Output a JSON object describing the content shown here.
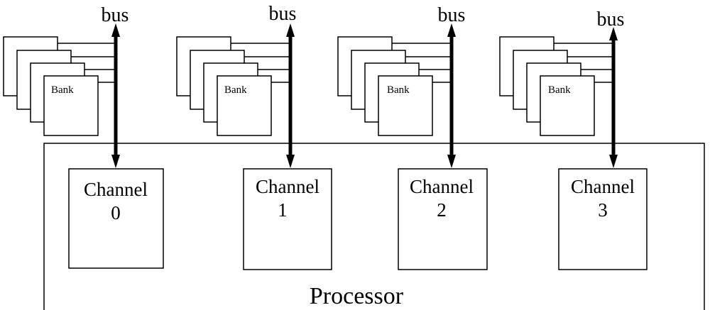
{
  "diagram": {
    "bus_label": "bus",
    "bank_label": "Bank",
    "processor_label": "Processor",
    "channels": [
      {
        "line1": "Channel",
        "line2": "0"
      },
      {
        "line1": "Channel",
        "line2": "1"
      },
      {
        "line1": "Channel",
        "line2": "2"
      },
      {
        "line1": "Channel",
        "line2": "3"
      }
    ],
    "colors": {
      "stroke": "#000000",
      "fill": "#ffffff"
    }
  }
}
